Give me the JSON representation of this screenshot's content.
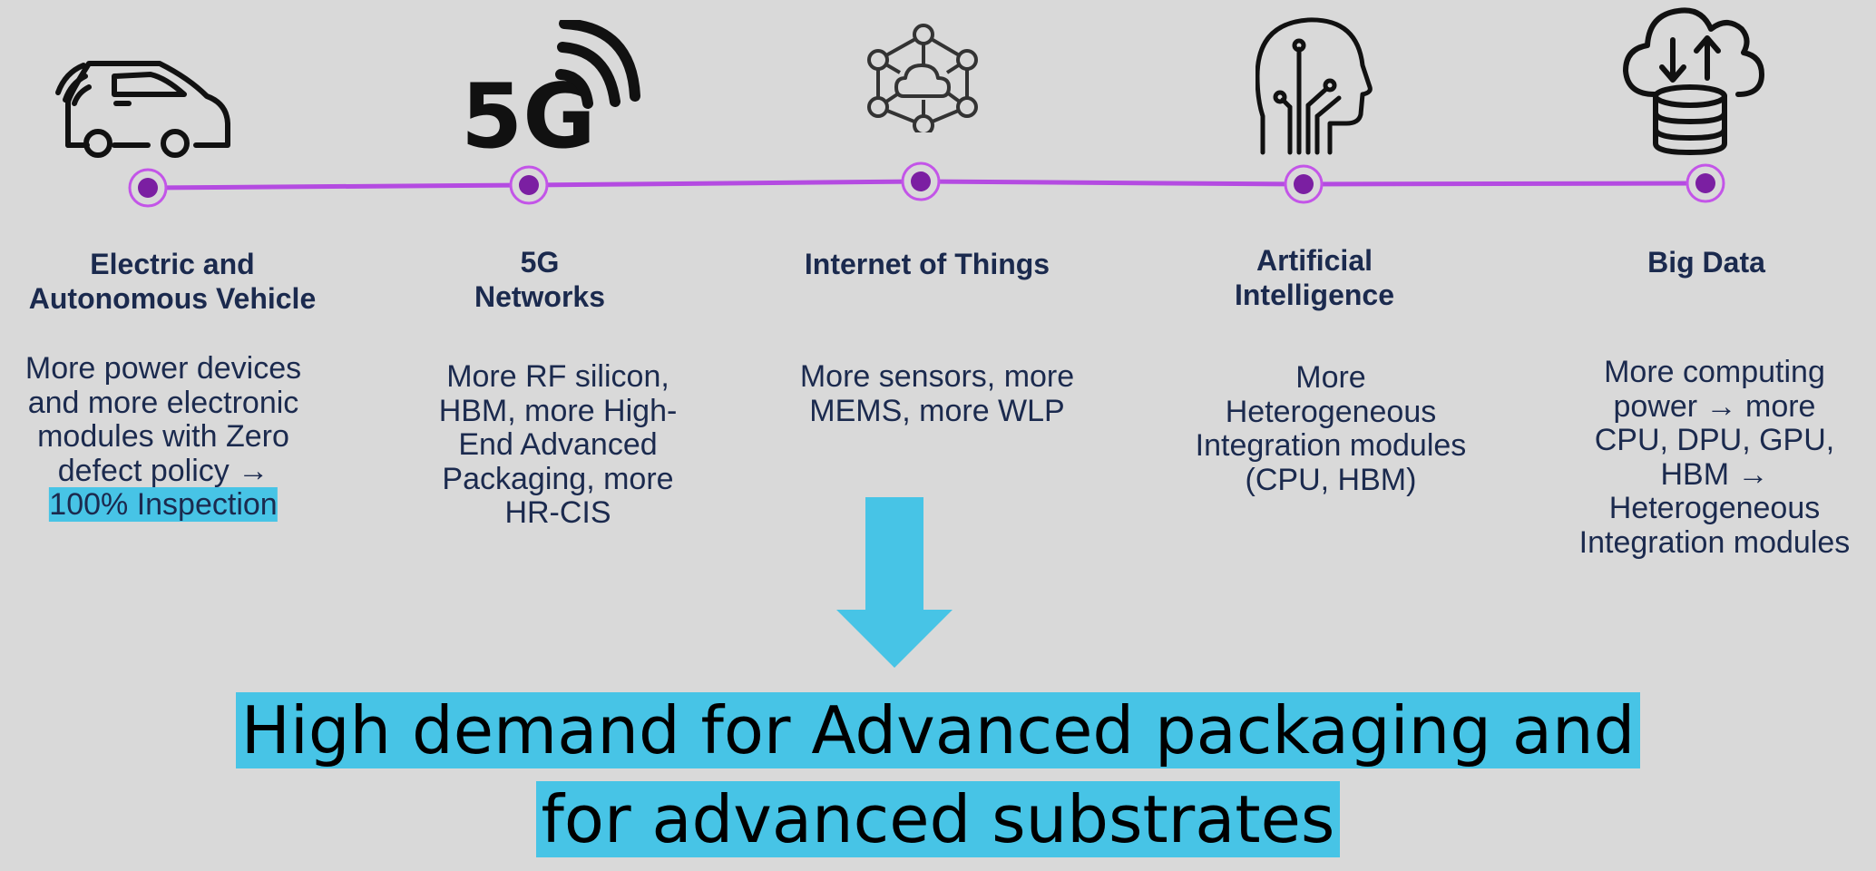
{
  "colors": {
    "background": "#d9d9d9",
    "timeline_line": "#b44be1",
    "node_fill": "#7b1fa2",
    "title_text": "#1b2a4e",
    "highlight": "#47c4e6"
  },
  "nodes": [
    {
      "icon": "car-icon",
      "title_lines": [
        "Electric and",
        "Autonomous Vehicle"
      ],
      "desc_lines": [
        "More power devices",
        "and more electronic",
        "modules with Zero",
        "defect policy →"
      ],
      "desc_highlight": "100% Inspection"
    },
    {
      "icon": "5g-signal-icon",
      "icon_text": "5G",
      "title_lines": [
        "5G",
        "Networks"
      ],
      "desc_lines": [
        "More RF silicon,",
        "HBM, more High-",
        "End Advanced",
        "Packaging, more",
        "HR-CIS"
      ]
    },
    {
      "icon": "iot-network-icon",
      "title_lines": [
        "Internet of Things"
      ],
      "desc_lines": [
        "More sensors, more",
        "MEMS, more WLP"
      ]
    },
    {
      "icon": "ai-head-icon",
      "title_lines": [
        "Artificial",
        "Intelligence"
      ],
      "desc_lines": [
        "More",
        "Heterogeneous",
        "Integration modules",
        "(CPU, HBM)"
      ]
    },
    {
      "icon": "cloud-database-icon",
      "title_lines": [
        "Big Data"
      ],
      "desc_lines": [
        "More computing",
        "power → more",
        "CPU, DPU, GPU,",
        "HBM →",
        "Heterogeneous",
        "Integration modules"
      ]
    }
  ],
  "conclusion": {
    "line1": "High demand for Advanced packaging and",
    "line2": "for advanced substrates"
  }
}
